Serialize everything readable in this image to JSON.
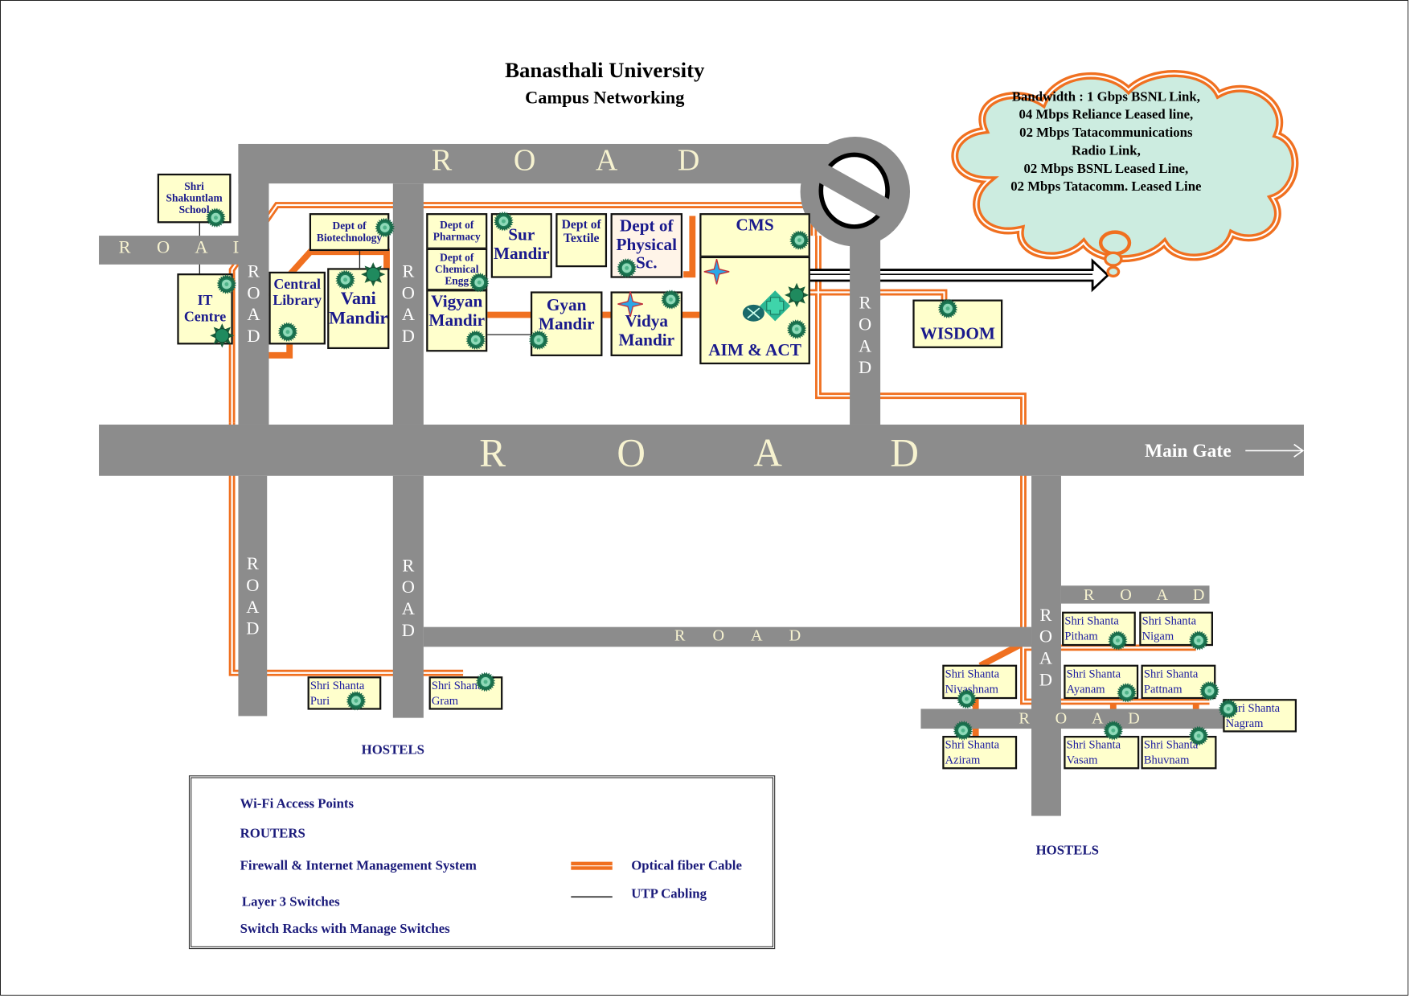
{
  "title": {
    "line1": "Banasthali University",
    "line2": "Campus Networking"
  },
  "bandwidth_cloud": {
    "lines": [
      "Bandwidth :  1 Gbps BSNL Link,",
      "04 Mbps  Reliance  Leased line,",
      "02 Mbps  Tatacommunications",
      "Radio  Link,",
      "02 Mbps BSNL Leased Line,",
      "02 Mbps Tatacomm. Leased Line"
    ]
  },
  "roads": {
    "label": "R O A D",
    "vertical_letters": [
      "R",
      "O",
      "A",
      "D"
    ],
    "main_road_letters": [
      "R",
      "O",
      "A",
      "D"
    ],
    "main_gate": "Main Gate"
  },
  "buildings": {
    "shakuntlam": "Shri Shakuntlam School",
    "it_centre": "IT Centre",
    "central_library": "Central Library",
    "biotech": "Dept of Biotechnology",
    "vani_mandir": "Vani Mandir",
    "pharmacy": "Dept of Pharmacy",
    "chemical": "Dept of Chemical Engg",
    "vigyan_mandir": "Vigyan Mandir",
    "sur_mandir": "Sur Mandir",
    "textile": "Dept of Textile",
    "physical": "Dept of Physical Sc.",
    "gyan_mandir": "Gyan Mandir",
    "vidya_mandir": "Vidya Mandir",
    "cms": "CMS",
    "aim_act": "AIM & ACT",
    "wisdom": "WISDOM"
  },
  "hostels": {
    "label": "HOSTELS",
    "west": [
      {
        "line1": "Shri Shanta",
        "line2": "Puri"
      },
      {
        "line1": "Shri Shanta",
        "line2": "Gram"
      }
    ],
    "east": [
      {
        "line1": "Shri Shanta",
        "line2": "Pitham"
      },
      {
        "line1": "Shri Shanta",
        "line2": "Nigam"
      },
      {
        "line1": "Shri Shanta",
        "line2": "Nivashnam"
      },
      {
        "line1": "Shri Shanta",
        "line2": "Ayanam"
      },
      {
        "line1": "Shri Shanta",
        "line2": "Pattnam"
      },
      {
        "line1": "Shri Shanta",
        "line2": "Nagram"
      },
      {
        "line1": "Shri Shanta",
        "line2": "Aziram"
      },
      {
        "line1": "Shri Shanta",
        "line2": "Vasam"
      },
      {
        "line1": "Shri Shanta",
        "line2": "Bhuvnam"
      }
    ]
  },
  "legend": {
    "items": [
      {
        "icon": "wifi-access-point-icon",
        "label": "Wi-Fi Access Points"
      },
      {
        "icon": "router-icon",
        "label": "ROUTERS"
      },
      {
        "icon": "firewall-icon",
        "label": "Firewall & Internet Management System"
      },
      {
        "icon": "layer3-switch-icon",
        "label": "Layer 3 Switches"
      },
      {
        "icon": "switch-rack-icon",
        "label": "Switch Racks with Manage Switches"
      }
    ],
    "cables": [
      {
        "icon": "optical-fiber-line",
        "label": "Optical fiber Cable"
      },
      {
        "icon": "utp-line",
        "label": "UTP Cabling"
      }
    ]
  },
  "colors": {
    "road": "#8c8c8c",
    "fiber": "#f07020",
    "building_fill": "#ffffcc",
    "text_navy": "#1a1a7a",
    "cloud_fill": "#ccece0",
    "switch_green": "#1a6b4a"
  }
}
